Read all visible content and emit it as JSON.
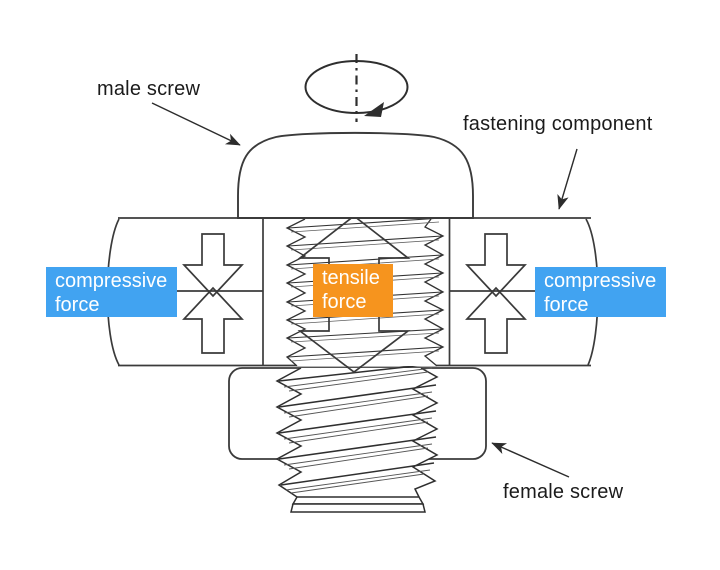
{
  "diagram": {
    "title_labels": {
      "male_screw": "male screw",
      "fastening_component": "fastening component",
      "female_screw": "female screw"
    },
    "force_labels": {
      "compressive_left": {
        "line1": "compressive",
        "line2": "force"
      },
      "compressive_right": {
        "line1": "compressive",
        "line2": "force"
      },
      "tensile": {
        "line1": "tensile",
        "line2": "force"
      }
    },
    "colors": {
      "compressive_bg": "#41A3F1",
      "tensile_bg": "#F6941E",
      "force_label_text": "#FFFFFF",
      "drawing_line": "#3B3B3B",
      "annotation_text": "#1B1B1B",
      "background": "#FFFFFF"
    },
    "icons": {
      "rotation-direction-icon": "elliptical arrow with dash-dot axis indicating screwing rotation",
      "tensile-arrow-icon": "vertical double-headed outline arrow on bolt shank",
      "compressive-arrows-icon": "opposing block arrows pressing plates together"
    }
  }
}
